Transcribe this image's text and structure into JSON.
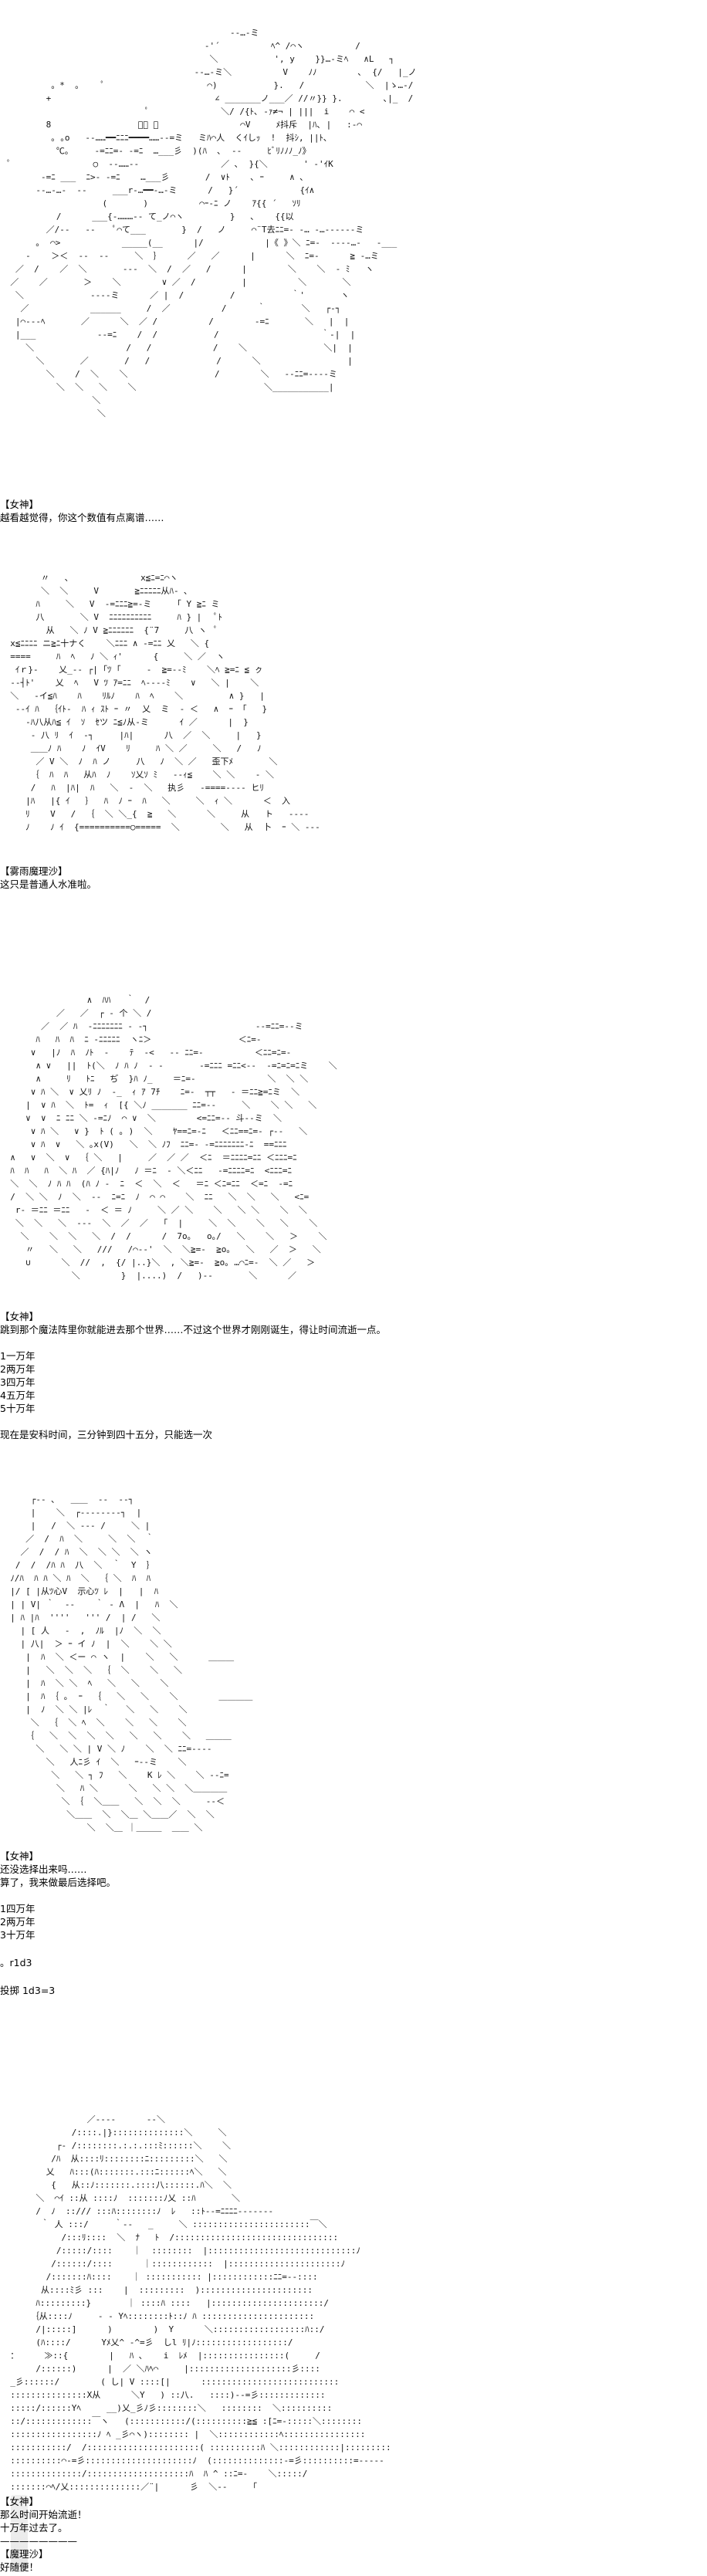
{
  "art1": [
    "",
    "",
    "                                             -‐…‐ミ",
    "                                        ‐'´          ﾍ^ /⌒ヽ          /",
    "                                         ＼           ', y    }}…‐ミﾍ   ∧L   ┐",
    "                                      -‐…‐ミ＼          V    ﾉﾉ        ､  {/   |_ノ",
    "          。*  。    ﾟ                    ⌒)           }.   /            ＼  |ゝ…‐/",
    "         +                                ∠ _______ノ___／ //〃}} }.        ､|_  /",
    "                             ﾟ              ＼/ /{ﾄ､ -ｧ≠¬ | |||  i    ⌒ <",
    "         8                 ﾟ｡ ｡                ⌒V     ﾒ抖斥  |ﾊ､ |   :-⌒",
    "          ｡ ｡o   -‐……━━ﾆﾆﾆ━━━━……‐-=ミ   ミﾊ⌒人  くｲしｯ  !  抖ｼ, ||ﾄ､",
    "           ℃｡     -=ﾆﾆ=- -=ﾆ  …___彡  )(ﾊ  ､  ‐‐     ﾋﾞﾘﾉﾉﾉ_ﾉ》",
    "  ﾟ                ○  -‐……‐-                ／ ､  }{＼       ' ‐'ｲK",
    "        -=ﾆ ___  ﾆ>‐ -=ﾆ    …___彡       /  ∨ﾄ    ､ ｰ     ∧ ､",
    "       -‐…‐…‐  ‐‐     ___r‐…━━‐…‐ミ      /   }´            {ｲ∧",
    "                    (       )          ⌒ｰ-ﾆ ノ    ｱ{{ ´   ｿﾘ",
    "           /      ___{‐………‐‐ て_ノ⌒ヽ         }   ､    {{以",
    "         ／/‐‐   ‐‐    ﾟ⌒て___       }  /   ノ     ⌒¨T去ﾆﾆ=- ‐… ‐…‐‐‐‐‐‐ミ",
    "       ｡  ⌒>            _____(__      |/            |《 》＼ ﾆ=-  ‐‐‐‐…‐   ‐___",
    "     ‐    ＞＜  ‐‐  ‐‐     ＼  ｝     ／   ／      |      ＼  ﾆ=-      ≧ ‐…ミ",
    "   ／  /    ／  ＼       ‐‐‐  ＼  /  ／   /      |        ＼    ＼  ‐ ﾐ   ヽ",
    "  ／    ／       ＞    ＼        ∨ ／  /         |          ＼       ＼",
    "   ＼             ‐‐‐‐ミ      ／ |  /         /           ｀'       ヽ",
    "    ／            ______     /  ／          /      ｀       ＼   ┌‐┐",
    "   |⌒‐‐‐ﾍ       ／      ＼  ／ /          /        ‐=ﾆ       ＼   |  |",
    "   |___            ‐‐=ﾆ    /  /           /                    ｀‐|  |",
    "     ＼                  /   /            /    ＼               ＼|  |",
    "       ＼       ／       /   /             /      ＼                 |",
    "         ＼    /  ＼    ＼                 /        ＼   ‐‐ﾆﾆ=‐‐‐‐ミ",
    "           ＼  ＼   ＼    ＼                         ＼___________|",
    "                  ＼                                    ",
    "                   ＼"
  ],
  "text1": {
    "speaker": "【女神】",
    "lines": [
      "越看越觉得，你这个数值有点离谱……"
    ]
  },
  "art2": [
    "        〃   ､              x≦ﾆ=ﾆ⌒ヽ",
    "        ＼  ＼     V       ≧ﾆﾆﾆﾆﾆ从ﾊ‐ ､",
    "       ﾊ     ＼   V  ‐=ﾆﾆﾆ≧=‐ミ     ｢ Y ≧ﾆ ミ",
    "       八       ＼ V  ﾆﾆﾆﾆﾆﾆﾆﾆﾆﾆ     ﾊ } |   ﾟﾄ",
    "         从   ＼ ﾉ V ≧ﾆﾆﾆﾆﾆﾆ  {¨7     八 ヽ  ﾟ",
    "  x≦ﾆﾆﾆﾆ ニ≧ﾆ十ナく    ＼ﾆﾆﾆ ∧ ‐=ﾆﾆ 乂   ＼ {",
    "  ====     ﾊ  ﾍ   ﾉ ＼ ｨ'      {     ＼ ／  ヽ",
    "   ｲｒ}‐    乂_‐‐ ┌| ｢ﾂ ｢     ‐  ≧=‐‐ﾐ    ＼ﾍ ≧=ﾆ ≦ ㇰ",
    "  ‐‐┤ﾄ'    乂  ﾍ   V ﾂ ｱ=ﾆﾆ  ﾍ‐‐‐‐ﾐ    ∨   ＼ |    ＼",
    "  ＼   ‐イ≦ﾊ    ﾊ    ﾘﾙﾉ    ﾊ  ﾍ    ＼         ∧ }   |",
    "   ‐‐ｲ ﾊ  ｛ｲﾄ‐  ﾊ ｨ ｽﾄ ｰ 〃  乂  ミ  ‐ ＜   ∧  ｰ 「   }",
    "     ‐ﾊ八从ﾊ≦ ｲ  ｿ  ｾツ ﾆ≦ﾉ从‐ミ      ｲ ／      |  }",
    "      ‐ 八 ﾘ  ｲ  ‐┐     |ﾊ|      八  ／  ＼     |   }",
    "      ＿＿ﾉ ﾊ    ﾉ  ｲV    ﾘ     ﾊ ＼ ／     ＼   /   ﾉ",
    "       ／ V ＼  ﾉ  ﾊ ノ     八   ﾉ  ＼ ／   歪下ﾒ       ＼",
    "      ｛  ﾊ  ﾊ   从ﾊ  ﾉ    ｿ乂ｿ ﾐ   ‐‐ｨ≦    ＼ ＼    ‐ ＼",
    "      /   ﾊ  |ﾊ|  ﾊ   ＼  ‐  ＼   执彡   ‐====‐‐‐‐ ヒﾘ",
    "     |ﾊ   |{ ｲ   ｝  ﾊ  ﾉ ｰ  ﾊ   ＼     ＼  ｨ ＼      ＜  入",
    "     ﾘ    V   /  ｛  ＼ ＼_{  ≧   ＼      ＼     从   ト   ‐‐‐‐",
    "     ﾉ    ﾉ ｲ  {==========○=====  ＼        ＼   从  卜  ｰ ＼ ‐‐‐"
  ],
  "text2": {
    "speaker": "【雾雨魔理沙】",
    "lines": [
      "这只是普通人水准啦。"
    ]
  },
  "art3": [
    "",
    "                 ∧  ﾊﾊ   ｀  /",
    "           ／   ／  ┌ ‐ 个 ＼ /",
    "        ／  ／ ﾊ  ‐ﾆﾆﾆﾆﾆﾆﾆ ‐ ‐┐                     -‐=ﾆﾆ=‐‐ミ",
    "       ﾊ   ﾊ  ﾊ  ﾆ ‐ﾆﾆﾆﾆﾆ  ヽﾆ＞                 ＜ﾆ=‐",
    "      ∨   |ﾉ  ﾊ  ﾉﾄ  ‐    ﾃ  ‐<   ‐‐ ﾆﾆ=‐          ＜ﾆﾆ=ﾆ=‐",
    "       ∧ ∨   ||  ﾄ(＼  ﾉ ﾊ ﾉ  ‐ ‐       ‐=ﾆﾆﾆ =ﾆﾆ<‐‐  -=ﾆ=ﾆ=ﾆミ    ＼",
    "       ∧     ﾘ   ﾄﾆ   ぢ  }ﾊ ﾉ_    ＝ﾆ=‐              ＼  ＼ ＼",
    "      ∨ ﾊ ＼  ∨ 乂ﾘ ﾉ  ‐_  ｨ ｱ 7ﾁ    ﾆ=‐  ┬┬   ‐ ＝ﾆﾆ≧=ﾆミ  ＼",
    "     |  ∨ ﾊ  ＼  ﾄ=  ｨ  [{ ＼ﾉ _______ ﾆﾆ=‐‐     ＼    ＼ ＼   ＼",
    "     ∨  ∨  ﾆ ﾆﾆ ＼ ‐=ﾆﾉ  ⌒ ∨  ＼        <=ﾆﾆ=‐‐ 斗‐‐ミ  ＼",
    "      ∨ ﾊ ＼   ∨ }  ﾄ ( ｡ )  ＼    ﾔ==ﾆ=‐ﾆ   ＜ﾆﾆ==ﾆ=‐ ┌‐‐   ＼",
    "      ∨ ﾊ  ∨   ＼ ｡x(V)   ＼  ＼ ﾉﾌ  ﾆﾆ=‐ ‐=ﾆﾆﾆﾆﾆﾆﾆ‐ﾆ  ==ﾆﾆﾆ",
    "  ∧   ∨  ＼  ∨  ｛ ＼   |     ／  ／ ／  ＜ﾆ  ＝ﾆﾆﾆﾆ=ﾆﾆ ＜ﾆﾆﾆ=ﾆ",
    "  ﾊ  ﾊ   ﾊ  ＼ ﾊ  ／ {ﾊ|ﾉ   ﾉ ＝ﾆ  ‐ ＼＜ﾆﾆ   ‐=ﾆﾆﾆﾆ=ﾆ  <ﾆﾆﾆ=ﾆ",
    "  ＼  ＼  ﾉ ﾊ ﾊ  (ﾊ ﾉ ‐  ﾆ  ＜  ＼  ＜   ＝ﾆ ＜ﾆ=ﾆﾆ  ＜=ﾆ  ‐=ﾆ",
    "  /  ＼ ＼  ﾉ  ＼  ‐‐  ﾆ=ﾆ  ﾉ  ⌒ ⌒    ＼  ﾆﾆ   ＼  ＼   ＼   <ﾆ=",
    "   r‐ ＝ﾆﾆ ＝ﾆﾆ   ‐  ＜ ＝ ﾉ     ＼ ／ ＼    ＼   ＼ ＼    ＼  ＼",
    "   ＼  ＼   ＼  ‐‐‐  ＼  ／  ／   ｢  |     ＼  ＼    ＼   ＼    ＼",
    "    ＼    ＼  ＼   ＼  /  /      /  7o｡   o｡/   ＼    ＼   ＞    ＼",
    "     〃   ＼   ＼   ///   /⌒‐‐'  ＼  ＼≧=-  ≧o｡   ＼   ／  ＞   ＼",
    "     ∪      ＼  //  ,  {/ |..}＼  , ＼≧=-  ≧o｡ …⌒ﾆ=-  ＼ ／   ＞",
    "              ＼        }  |....)  /   )‐‐       ＼      ／"
  ],
  "text3": {
    "speaker": "【女神】",
    "lines": [
      "跳到那个魔法阵里你就能进去那个世界……不过这个世界才刚刚诞生，得让时间流逝一点。"
    ],
    "options": [
      "1一万年",
      "2两万年",
      "3四万年",
      "4五万年",
      "5十万年"
    ],
    "note": "现在是安科时间，三分钟到四十五分，只能选一次"
  },
  "art4": [
    "",
    "",
    "      ┌‐‐ ､   ＿＿  ‐‐  ‐‐┐",
    "      |    ＼  ┌‐‐‐‐‐‐‐‐┐  |",
    "      |   /  ＼ ‐‐‐ /     ＼ |",
    "     ／  /  ﾊ  ＼     ＼  ＼  ｀",
    "    ／  /  / ﾊ  ＼  ＼ ＼  ＼ ヽ",
    "   /  /  /ﾊ ﾊ  八  ＼  ｀  Y  ｝",
    "  ﾉ/ﾊ  ﾊ ﾊ ＼ ﾊ  ＼  ｛ ＼  ﾊ  ﾊ",
    "  |/ [ |从ﾂ心V  示心ﾂ ﾚ  |   |  ﾊ",
    "  | | V| ｀  ‐‐    ｀ ‐ Λ  |   ﾊ  ＼",
    "  | ﾊ |ﾊ  ''''   ''' /  | /   ＼",
    "    | [ 人   ‐  ,  ﾉﾙ  |ﾉ  ＼  ＼",
    "    | 八|  ＞ ｰ イ ﾉ  |  ＼    ＼ ＼",
    "     |  ﾊ  ＼ ＜ー ⌒ ヽ  |    ＼   ＼      ＿＿＿",
    "     |   ＼  ＼  ＼  ｛  ＼    ＼   ＼",
    "     |  ﾊ  ＼ ＼  ﾍ   ＼   ＼    ＼",
    "     |  ﾊ ｛ ｡  ｰ  ｛   ＼   ＼    ＼        ＿＿＿＿",
    "     |  ﾉ  ＼ ＼ |ﾚ  ｀   ＼   ＼    ＼",
    "      ＼  ｛  ＼ ﾍ  ＼    ＼   ＼    ＼",
    "     ｛   ＼  ＼  ＼  ＼   ＼   ＼    ＼   ＿＿＿",
    "       ＼   ＼ ＼ | V ＼ ﾉ    ＼  ＼ ﾆﾆ=‐‐‐‐",
    "         ＼   人ﾆ彡 ｲ  ＼   ｰ‐‐ミ    ＼",
    "          ＼   ＼ ┐ ﾌ   ＼    K ﾚ ＼    ＼ ‐‐ﾆ=",
    "           ＼   ﾊ ＼      ＼   ＼ ＼  ＼＿＿＿＿",
    "            ＼ ｛  ＼＿＿   ＼  ＼  ＼     ‐‐＜",
    "             ＼＿＿  ＼  ＼＿ ＼＿＿／  ＼  ＼",
    "                 ＼  ＼＿ ｜＿＿＿  ＿＿ ＼"
  ],
  "text4": {
    "speaker": "【女神】",
    "lines": [
      "还没选择出来吗……",
      "算了，我来做最后选择吧。"
    ],
    "options": [
      "1四万年",
      "2两万年",
      "3十万年"
    ],
    "roll_cmd": "。r1d3",
    "roll_result": "投掷 1d3=3"
  },
  "art5": [
    "",
    "                 ／‐‐‐‐      ‐‐＼",
    "              /::::.|}::::::::::::::＼     ＼",
    "           ┌‐ /::::::::.:.:.:::ﾐ::::::＼    ＼",
    "          /ﾊ  从::::ﾘ::::::::ﾆ:::::::::＼   ＼",
    "         乂   ﾊ:::(ﾊ:::::::.:::ﾆ::::::ﾍ＼   ＼",
    "          {   从::ﾉ:::::::.::::八::::::.ﾊ＼  ＼",
    "       ＼  ⌒ｲ ::从 ::::ﾉ  :::::::ﾉ乂 ::ﾊ       ＼",
    "       /  ﾉ  ::/// :::ﾊ::::::::ﾉ  ﾚ   ::ﾄ-‐=ﾆﾆﾆﾆ‐‐‐‐‐‐‐",
    "        ｀ 人 :::/     ｀‐‐   _     ＼ :::::::::::::::::::::::￣＼",
    "            /:::ﾘ::::  ＼  ﾅ   ﾄ  /::::::::::::::::::::::::::::::::",
    "           /:::::/::::    ｜  ::::::::  |:::::::::::::::::::::::::::::ﾉ",
    "          /::::::/::::      ｜::::::::::::  |::::::::::::::::::::::ﾉ",
    "         /:::::::ﾊ::::    ｜ ::::::::::: |::::::::::::ﾆﾆ=‐‐::::",
    "        从::::ﾐ彡 :::    |  :::::::::  )::::::::::::::::::::::",
    "       ﾊ:::::::::}       ｜ ::::ﾊ ::::   |::::::::::::::::::::::/",
    "      ｛从::::ﾉ     ‐ ‐ Yﾍ::::::::ﾄ::ﾉ ﾊ ::::::::::::::::::::::",
    "       /|:::::]      )        )  Y      ＼::::::::::::::::::ﾊ::/",
    "       (ﾊ::::/      Yﾒ乂^ ‐^=彡  しl ﾘ|ﾉ::::::::::::::::::/",
    "  ：     ≫::{        |   ﾊ ､    i  ﾚﾒ  |::::::::::::::::(     /",
    "       /::::::)      |  ／ ＼ﾊﾍ⌒     |::::::::::::::::::::彡::::",
    "  _彡::::::/        ( し| V ::::[|      :::::::::::::::::::::::::::",
    "  :::::::::::::::X从      ＼Y   ) ::八.   ::::)‐-=彡:::::::::::::",
    "  :::::/::::::Yﾍ     __)乂_彡ﾉ彡::::::::＼   ::::::::  ＼::::::::::",
    "  ::/:::::::::::::￣ヽ   (:::::::::::/(::::::::::≧≦ :[ﾆ=‐:::::＼::::::::",
    "  :::::::::::::::::ﾉ ﾍ _彡⌒ヽ):::::::: |  ＼::::::::::::ﾍ::::::::::::::::",
    "  :::::::::::/  /::::::::::::::::::::::( ::::::::::ﾊ ＼::::::::::::|:::::::::",
    "  ::::::::::⌒‐=彡:::::::::::::::::::::ﾉ  (::::::::::::::-=彡::::::::::=‐‐‐‐‐",
    "  ::::::::::::::/::::::::::::::::::::ﾊ  ﾊ ^ ::ﾆ=‐    ＼:::::/",
    "  :::::::⌒ﾍ/乂::::::::::::::／¨|      彡  ＼‐‐     ｢"
  ],
  "text5": {
    "speaker": "【女神】",
    "lines": [
      "那么时间开始流逝！",
      "十万年过去了。"
    ],
    "divider": "————————",
    "speaker2": "【魔理沙】",
    "lines2": [
      "好随便！"
    ]
  }
}
